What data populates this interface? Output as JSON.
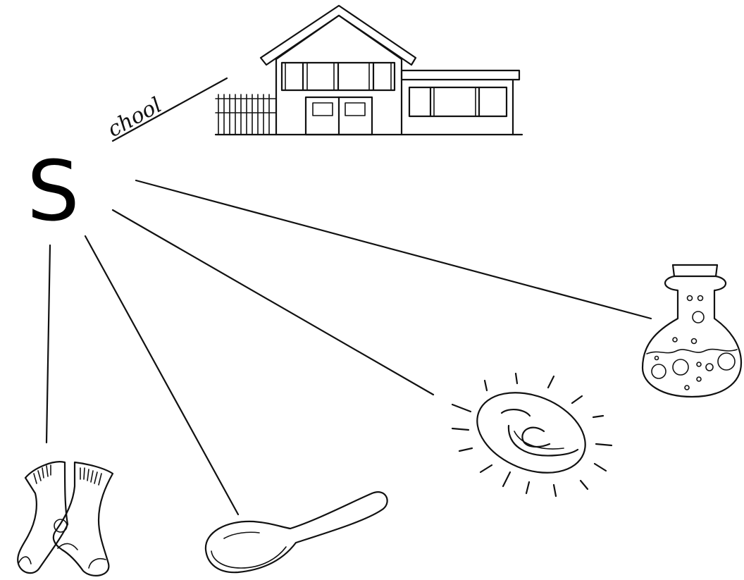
{
  "diagram": {
    "letter": "S",
    "school_word": "chool",
    "items": [
      {
        "id": "school",
        "icon": "school-building-icon"
      },
      {
        "id": "flask",
        "icon": "potion-flask-icon"
      },
      {
        "id": "sun",
        "icon": "smiling-sun-icon"
      },
      {
        "id": "spoon",
        "icon": "spoon-icon"
      },
      {
        "id": "socks",
        "icon": "socks-icon"
      }
    ]
  }
}
